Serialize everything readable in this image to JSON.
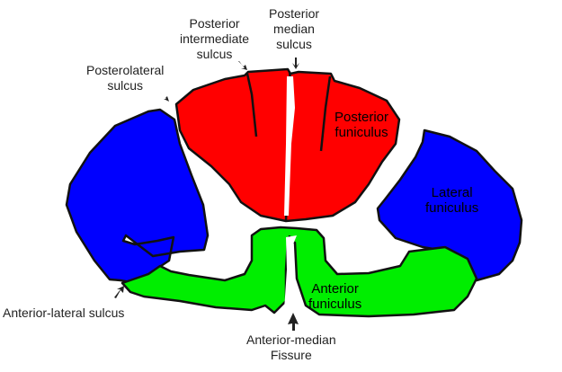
{
  "labels": {
    "posterior_intermediate_sulcus": [
      "Posterior",
      "intermediate",
      "sulcus"
    ],
    "posterior_median_sulcus": [
      "Posterior",
      "median",
      "sulcus"
    ],
    "posterolateral_sulcus": [
      "Posterolateral",
      "sulcus"
    ],
    "posterior_funiculus": [
      "Posterior",
      "funiculus"
    ],
    "lateral_funiculus": [
      "Lateral",
      "funiculus"
    ],
    "anterior_funiculus": [
      "Anterior",
      "funiculus"
    ],
    "anterior_lateral_sulcus": "Anterior-lateral sulcus",
    "anterior_median_fissure": [
      "Anterior-median",
      "Fissure"
    ]
  },
  "colors": {
    "posterior": "#ff0000",
    "lateral": "#0000ff",
    "anterior": "#00ee00",
    "outline": "#111111"
  }
}
